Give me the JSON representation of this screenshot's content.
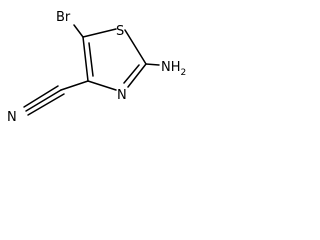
{
  "molecule": {
    "atoms": {
      "br": "Br",
      "s": "S",
      "nh2_n": "NH",
      "nh2_sub": "2",
      "ring_n": "N",
      "nitrile_n": "N"
    }
  }
}
